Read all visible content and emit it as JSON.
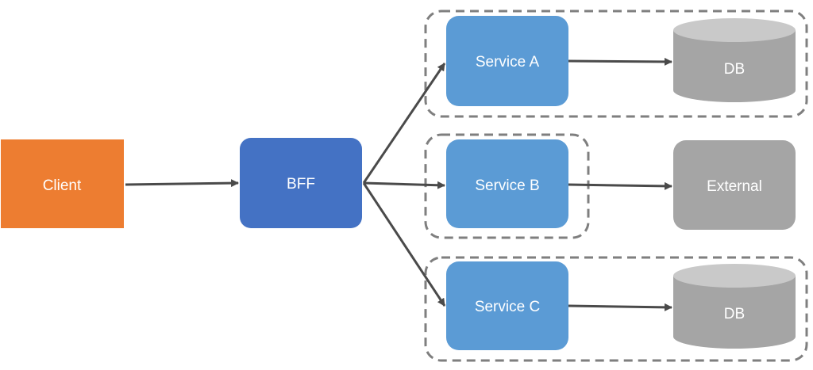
{
  "nodes": {
    "client": {
      "label": "Client"
    },
    "bff": {
      "label": "BFF"
    },
    "service_a": {
      "label": "Service A"
    },
    "service_b": {
      "label": "Service B"
    },
    "service_c": {
      "label": "Service C"
    },
    "db_a": {
      "label": "DB"
    },
    "external": {
      "label": "External"
    },
    "db_c": {
      "label": "DB"
    }
  },
  "colors": {
    "client": "#ED7D31",
    "bff": "#4472C4",
    "service": "#5B9BD5",
    "store": "#A5A5A5",
    "store_top": "#C9C9C9",
    "connector": "#4A4A4A",
    "boundary": "#7F7F7F"
  }
}
